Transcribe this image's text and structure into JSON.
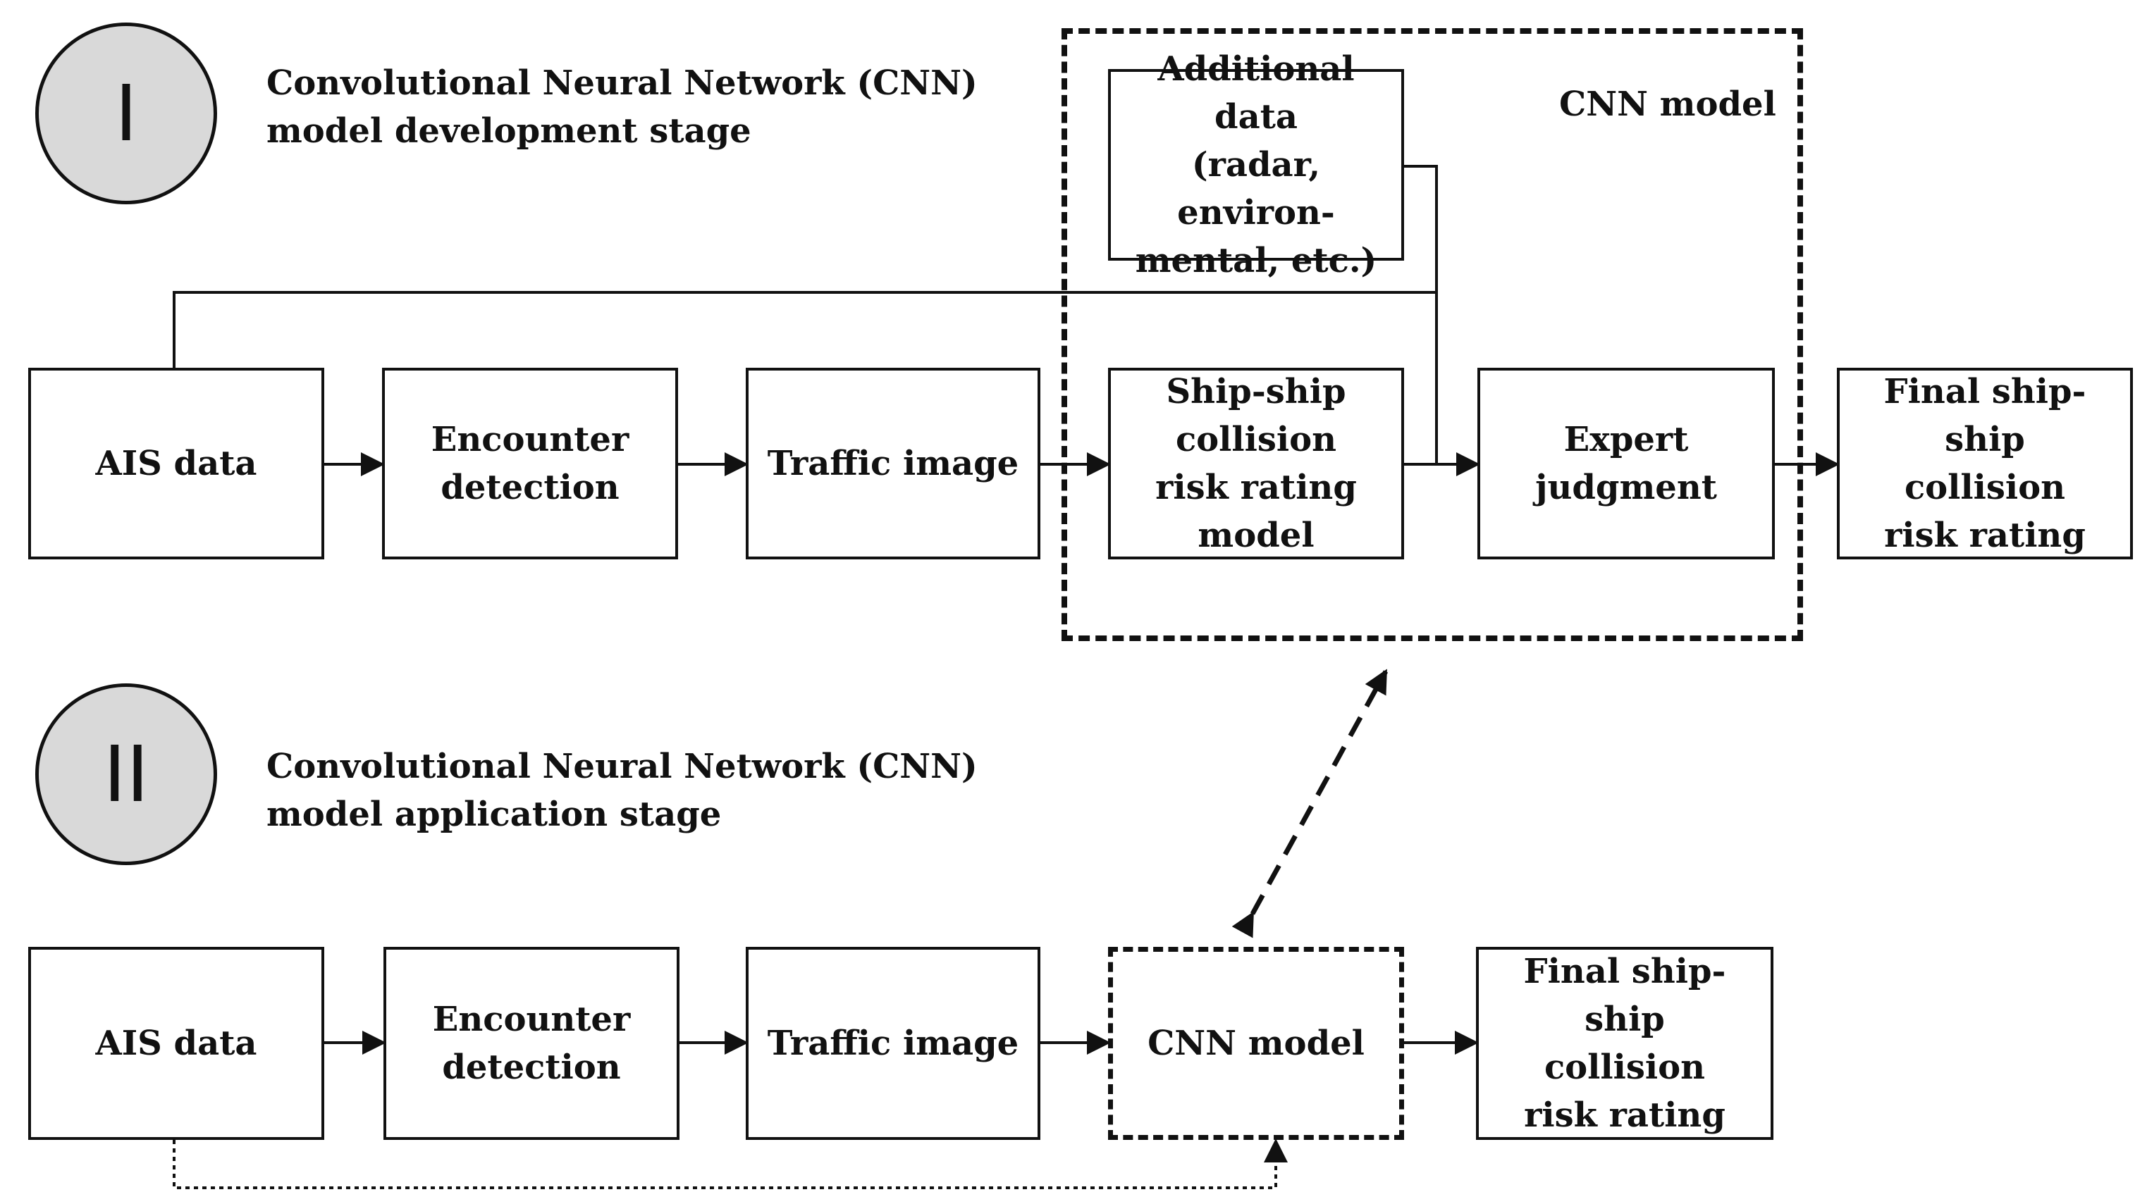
{
  "stage1": {
    "numeral": "I",
    "title": "Convolutional Neural Network (CNN)\nmodel development stage",
    "region_label": "CNN model",
    "boxes": {
      "ais": "AIS data",
      "encounter": "Encounter\ndetection",
      "traffic": "Traffic image",
      "ship": "Ship-ship\ncollision\nrisk rating model",
      "additional": "Additional data\n(radar, environ-\nmental, etc.)",
      "expert": "Expert\njudgment",
      "final": "Final ship-ship\ncollision\nrisk rating"
    }
  },
  "stage2": {
    "numeral": "II",
    "title": "Convolutional Neural Network (CNN)\nmodel application stage",
    "boxes": {
      "ais": "AIS data",
      "encounter": "Encounter\ndetection",
      "traffic": "Traffic image",
      "cnn": "CNN model",
      "final": "Final ship-ship\ncollision\nrisk rating"
    }
  }
}
